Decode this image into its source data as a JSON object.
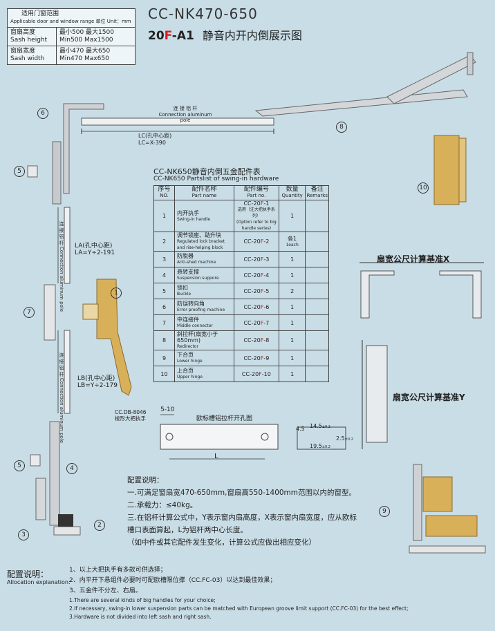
{
  "spec": {
    "range_cn": "适用门窗范围",
    "range_en": "Applicable door and window range",
    "unit": "单位 Unit：mm",
    "height_cn": "窗扇高度",
    "height_en": "Sash height",
    "height_val_cn": "最小500  最大1500",
    "height_val_en": "Min500  Max1500",
    "width_cn": "窗扇宽度",
    "width_en": "Sash width",
    "width_val_cn": "最小470  最大650",
    "width_val_en": "Min470  Max650"
  },
  "header": {
    "model": "CC-NK470-650",
    "code_a": "20",
    "code_f": "F",
    "code_b": "-A1",
    "title_cn": "静音内开内倒展示图"
  },
  "diagram": {
    "pole_cn": "连 接 铝 杆",
    "pole_en": "Connection aluminum pole",
    "lc1": "LC(孔中心距)",
    "lc2": "LC=X-390",
    "la1": "LA(孔中心距)",
    "la2": "LA=Y÷2-191",
    "lb1": "LB(孔中心距)",
    "lb2": "LB=Y÷2-179",
    "vpole_cn": "连 接 铝 杆",
    "vpole_en": "Connection aluminum pole",
    "handle_code": "CC.DB-8046",
    "handle_cn": "梭形大把执手",
    "slot_title": "欧标槽铝拉杆开孔图",
    "dim_510": "5-10",
    "dim_l": "L",
    "dim_145": "14.5",
    "dim_195": "19.5",
    "dim_45": "4.5",
    "dim_25": "2.5",
    "dim_tol": "±0.2",
    "x_label": "扇宽公尺计算基准X",
    "y_label": "扇宽公尺计算基准Y",
    "callouts": [
      "1",
      "2",
      "3",
      "4",
      "5",
      "6",
      "7",
      "8",
      "9",
      "10"
    ]
  },
  "parts": {
    "title_cn": "CC-NK650静音内倒五金配件表",
    "title_en": "CC-NK650 Partslist of swing-in hardware",
    "headers": [
      {
        "cn": "序号",
        "en": "NO."
      },
      {
        "cn": "配件名称",
        "en": "Part name"
      },
      {
        "cn": "配件编号",
        "en": "Part no."
      },
      {
        "cn": "数量",
        "en": "Quantity"
      },
      {
        "cn": "备注",
        "en": "Remarks"
      }
    ],
    "rows": [
      {
        "no": "1",
        "cn": "内开执手",
        "en": "Swing-in handle",
        "pre": "CC-20",
        "f": "F",
        "post": "-1",
        "note": "选用（注大把执手系列）",
        "note2": "(Option refer to big handle series)",
        "qty": "1",
        "qty2": "",
        "rem": ""
      },
      {
        "no": "2",
        "cn": "调节锁座、助升块",
        "en": "Regulated lock bracket and rise-helping block",
        "pre": "CC-20",
        "f": "F",
        "post": "-2",
        "note": "",
        "note2": "",
        "qty": "各1",
        "qty2": "1each",
        "rem": ""
      },
      {
        "no": "3",
        "cn": "防脱器",
        "en": "Anti-shed machine",
        "pre": "CC-20",
        "f": "F",
        "post": "-3",
        "note": "",
        "note2": "",
        "qty": "1",
        "qty2": "",
        "rem": ""
      },
      {
        "no": "4",
        "cn": "悬转支撑",
        "en": "Suspension suppore",
        "pre": "CC-20",
        "f": "F",
        "post": "-4",
        "note": "",
        "note2": "",
        "qty": "1",
        "qty2": "",
        "rem": ""
      },
      {
        "no": "5",
        "cn": "锁扣",
        "en": "Buckle",
        "pre": "CC-20",
        "f": "F",
        "post": "-5",
        "note": "",
        "note2": "",
        "qty": "2",
        "qty2": "",
        "rem": ""
      },
      {
        "no": "6",
        "cn": "防误转向角",
        "en": "Error proofing machine",
        "pre": "CC-20",
        "f": "F",
        "post": "-6",
        "note": "",
        "note2": "",
        "qty": "1",
        "qty2": "",
        "rem": ""
      },
      {
        "no": "7",
        "cn": "中连接件",
        "en": "Middle connector",
        "pre": "CC-20",
        "f": "F",
        "post": "-7",
        "note": "",
        "note2": "",
        "qty": "1",
        "qty2": "",
        "rem": ""
      },
      {
        "no": "8",
        "cn": "斜拉杆(扇宽小于650mm)",
        "en": "Redirector",
        "pre": "CC-20",
        "f": "F",
        "post": "-8",
        "note": "",
        "note2": "",
        "qty": "1",
        "qty2": "",
        "rem": ""
      },
      {
        "no": "9",
        "cn": "下合页",
        "en": "Lower hinge",
        "pre": "CC-20",
        "f": "F",
        "post": "-9",
        "note": "",
        "note2": "",
        "qty": "1",
        "qty2": "",
        "rem": ""
      },
      {
        "no": "10",
        "cn": "上合页",
        "en": "Upper hinge",
        "pre": "CC-20",
        "f": "F",
        "post": "-10",
        "note": "",
        "note2": "",
        "qty": "1",
        "qty2": "",
        "rem": ""
      }
    ]
  },
  "config_notes": {
    "title": "配置说明：",
    "lines": [
      "一.可满足窗扇宽470-650mm,窗扇高550-1400mm范围以内的窗型。",
      "二.承载力：≤40kg。",
      "三.在铝杆计算公式中，Y表示窗内扇高度，X表示窗内扇宽度，应从欧标",
      "槽口表面算起，L为铝杆两中心长度。",
      "（如中件或其它配件发生变化，计算公式应做出相应变化）"
    ]
  },
  "allocation": {
    "title_cn": "配置说明：",
    "title_en": "Allocation explanation:",
    "cn": [
      "1、以上大把执手有多款可供选择；",
      "2、内平开下悬组件必要时可配欧槽限位撑（CC.FC-03）以达到最佳效果；",
      "3、五金件不分左、右扇。"
    ],
    "en": [
      "1.There are several kinds of big handles for your choice;",
      "2.If necessary, swing-in lower suspension parts can be matched with European groove limit support (CC.FC-03) for the best effect;",
      "3.Hardware is not divided into left sash and right sash."
    ]
  },
  "colors": {
    "background": "#c9dde6",
    "accent_red": "#d51c1c",
    "gold": "#d9b05a",
    "metal": "#c9ccd0"
  }
}
